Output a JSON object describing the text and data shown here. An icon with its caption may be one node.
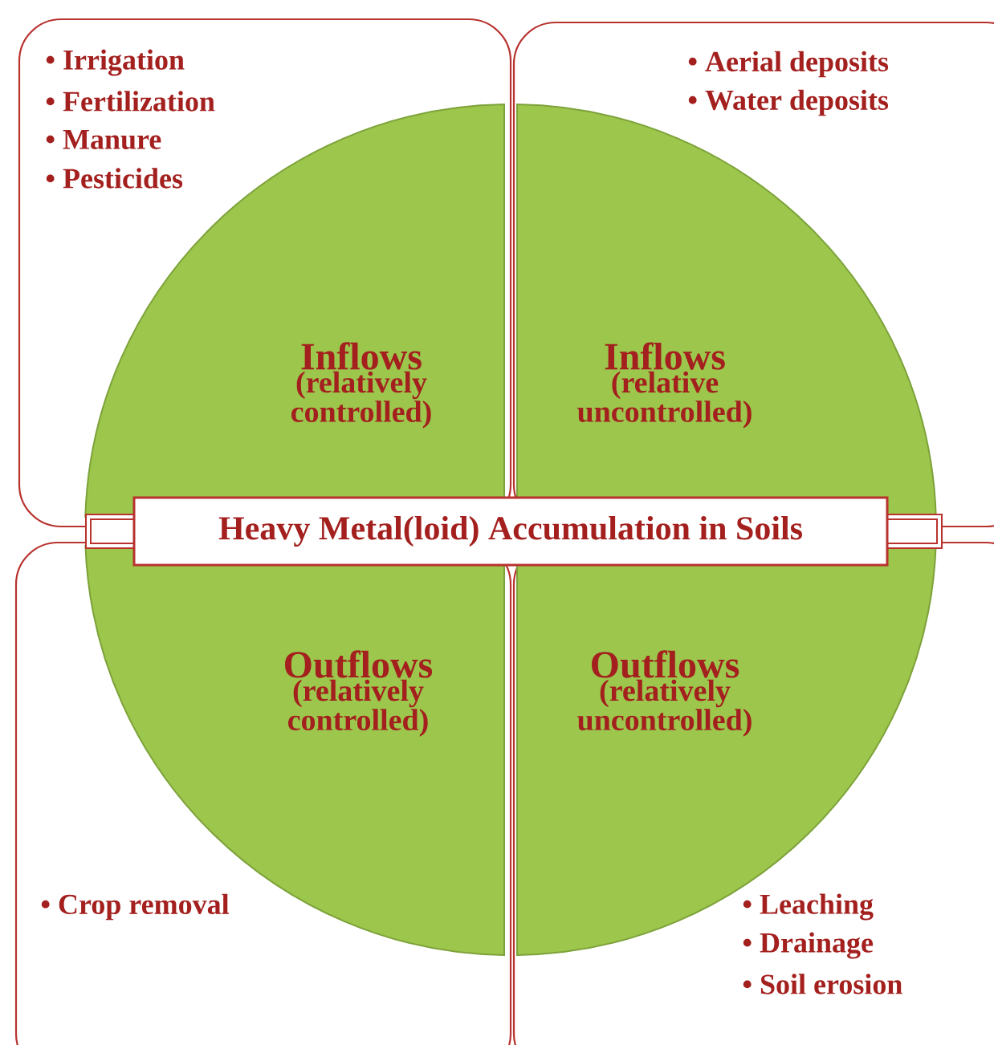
{
  "diagram": {
    "nodes": [
      {
        "text": [
          "• Irrigation",
          "• Fertilization",
          "• Manure",
          "• Pesticides"
        ]
      },
      {
        "text": [
          "• Aerial deposits",
          "• Water deposits"
        ]
      },
      {
        "text": [
          "• Crop removal"
        ]
      },
      {
        "text": [
          "• Leaching",
          "• Drainage",
          "• Soil erosion"
        ]
      },
      {
        "text": [
          "Inflows",
          "(relatively controlled)"
        ],
        "in": 0
      },
      {
        "text": [
          "Inflows",
          "(relative uncontrolled)"
        ],
        "in": 1
      },
      {
        "text": [
          "Outflows",
          "(relatively controlled)"
        ],
        "in": 2
      },
      {
        "text": [
          "Outflows",
          "(relatively uncontrolled)"
        ],
        "in": 3
      },
      {
        "text": [
          "Heavy Metal(loid) Accumulation in Soils"
        ]
      }
    ]
  }
}
